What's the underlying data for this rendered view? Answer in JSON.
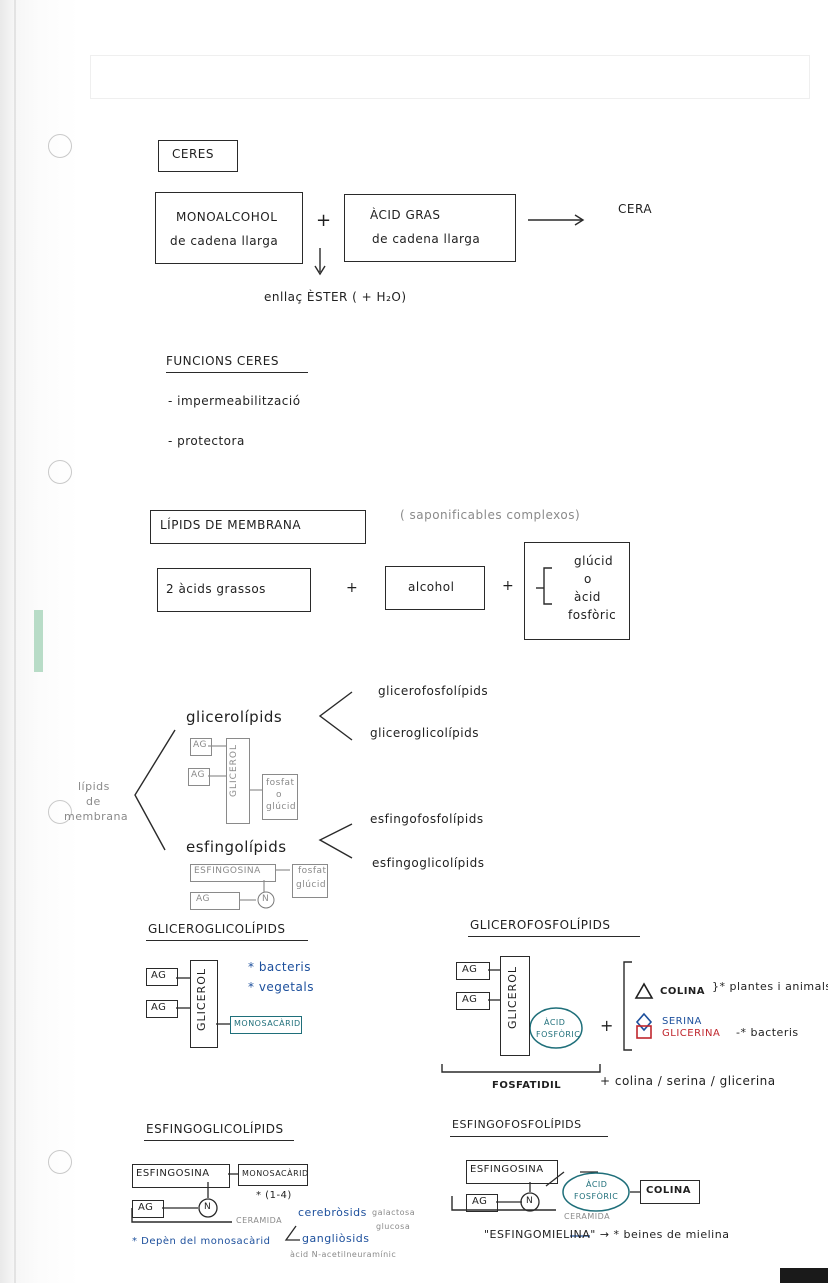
{
  "ceres": {
    "title": "CERES",
    "alcohol_l1": "MONOALCOHOL",
    "alcohol_l2": "de cadena llarga",
    "plus": "+",
    "acid_l1": "ÀCID GRAS",
    "acid_l2": "de cadena llarga",
    "result": "CERA",
    "bond": "enllaç ÈSTER  ( + H₂O)"
  },
  "funcions": {
    "title": "FUNCIONS CERES",
    "items": [
      "- impermeabilització",
      "- protectora"
    ]
  },
  "membrana": {
    "title": "LÍPIDS DE MEMBRANA",
    "note": "( saponificables   complexos)",
    "box1": "2 àcids grassos",
    "plus": "+",
    "box2": "alcohol",
    "opt1": "glúcid",
    "opt_o": "o",
    "opt2a": "àcid",
    "opt2b": "fosfòric"
  },
  "tree": {
    "root_l1": "lípids",
    "root_l2": "de",
    "root_l3": "membrana",
    "glicero": "glicerolípids",
    "glicero_a": "glicerofosfolípids",
    "glicero_b": "gliceroglicolípids",
    "esfingo": "esfingolípids",
    "esfingo_a": "esfingofosfolípids",
    "esfingo_b": "esfingoglicolípids",
    "ag": "AG",
    "glicerol": "GLICEROL",
    "fosfat_l1": "fosfat",
    "fosfat_o": "o",
    "fosfat_l2": "glúcid",
    "esfingosina": "ESFINGOSINA",
    "n": "N"
  },
  "gliceroglicolipids": {
    "title": "GLICEROGLICOLÍPIDS",
    "ag": "AG",
    "glicerol": "GLICEROL",
    "mono": "MONOSACÀRID",
    "note1": "* bacteris",
    "note2": "* vegetals"
  },
  "glicerofosfolipids": {
    "title": "GLICEROFOSFOLÍPIDS",
    "ag": "AG",
    "glicerol": "GLICEROL",
    "acid_l1": "ÀCID",
    "acid_l2": "FOSFÒRIC",
    "plus": "+",
    "colina": "COLINA",
    "serina": "SERINA",
    "glicerina": "GLICERINA",
    "colina_note": "}* plantes i animals",
    "glicerina_note": "-* bacteris",
    "fosfatidil": "FOSFATIDIL",
    "suffix": "+  colina / serina / glicerina"
  },
  "esfingoglicolipids": {
    "title": "ESFINGOGLICOLÍPIDS",
    "esfingosina": "ESFINGOSINA",
    "mono": "MONOSACÀRID",
    "bond": "* (1-4)",
    "ag": "AG",
    "n": "N",
    "ceramida": "CERAMIDA",
    "cerebrosids": "cerebròsids",
    "gangliosids": "gangliòsids",
    "galactosa": "galactosa",
    "glucosa": "glucosa",
    "acid_n": "àcid N-acetilneuramínic",
    "depen": "* Depèn del monosacàrid"
  },
  "esfingofosfolipids": {
    "title": "ESFINGOFOSFOLÍPIDS",
    "esfingosina": "ESFINGOSINA",
    "acid_l1": "ÀCID",
    "acid_l2": "FOSFÒRIC",
    "colina": "COLINA",
    "ag": "AG",
    "n": "N",
    "ceramida": "CERAMIDA",
    "esfingomielina": "\"ESFINGOMIELINA\" → * beines de mielina"
  }
}
